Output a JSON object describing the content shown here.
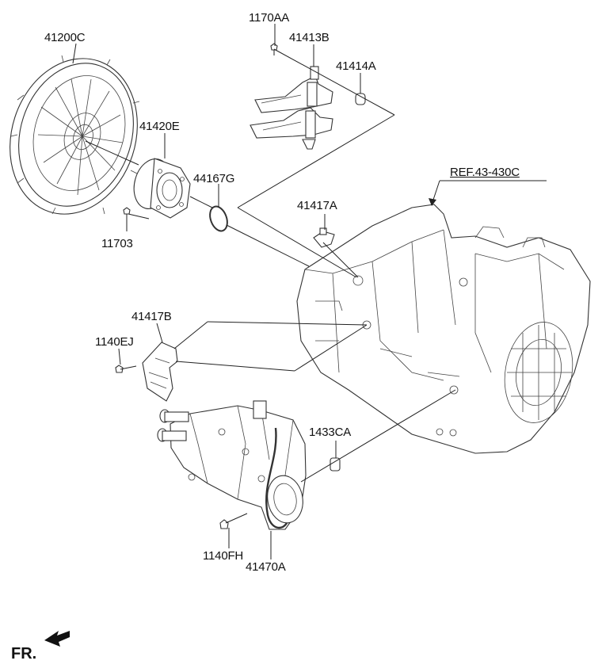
{
  "labels": {
    "p_41200C": "41200C",
    "p_1170AA": "1170AA",
    "p_41413B": "41413B",
    "p_41414A": "41414A",
    "p_41420E": "41420E",
    "p_44167G": "44167G",
    "p_11703": "11703",
    "p_41417A": "41417A",
    "p_41417B": "41417B",
    "p_1140EJ": "1140EJ",
    "p_1433CA": "1433CA",
    "p_1140FH": "1140FH",
    "p_41470A": "41470A",
    "ref": "REF.43-430C",
    "fr": "FR."
  },
  "icons": {
    "fr_arrow": "front-arrow-icon"
  }
}
